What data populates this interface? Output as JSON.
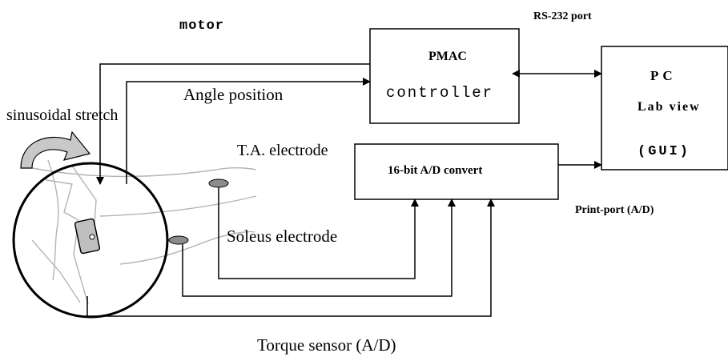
{
  "labels": {
    "motor": "motor",
    "rs232": "RS-232 port",
    "angle_position": "Angle position",
    "sinusoidal_stretch": "sinusoidal stretch",
    "ta_electrode": "T.A. electrode",
    "soleus_electrode": "Soleus electrode",
    "print_port": "Print-port (A/D)",
    "torque_sensor": "Torque sensor (A/D)"
  },
  "blocks": {
    "pmac": {
      "line1": "PMAC",
      "line2": "controller"
    },
    "pc": {
      "line1": "PC",
      "line2": "Lab view",
      "line3": "(GUI)"
    },
    "adc": {
      "label": "16-bit A/D convert"
    }
  },
  "colors": {
    "line": "#000000",
    "curved_arrow_fill": "#c8c8c8",
    "sketch_stroke": "#b4b4b4",
    "sensor_fill": "#bfbfbf",
    "electrode_fill": "#8c8c8c"
  }
}
